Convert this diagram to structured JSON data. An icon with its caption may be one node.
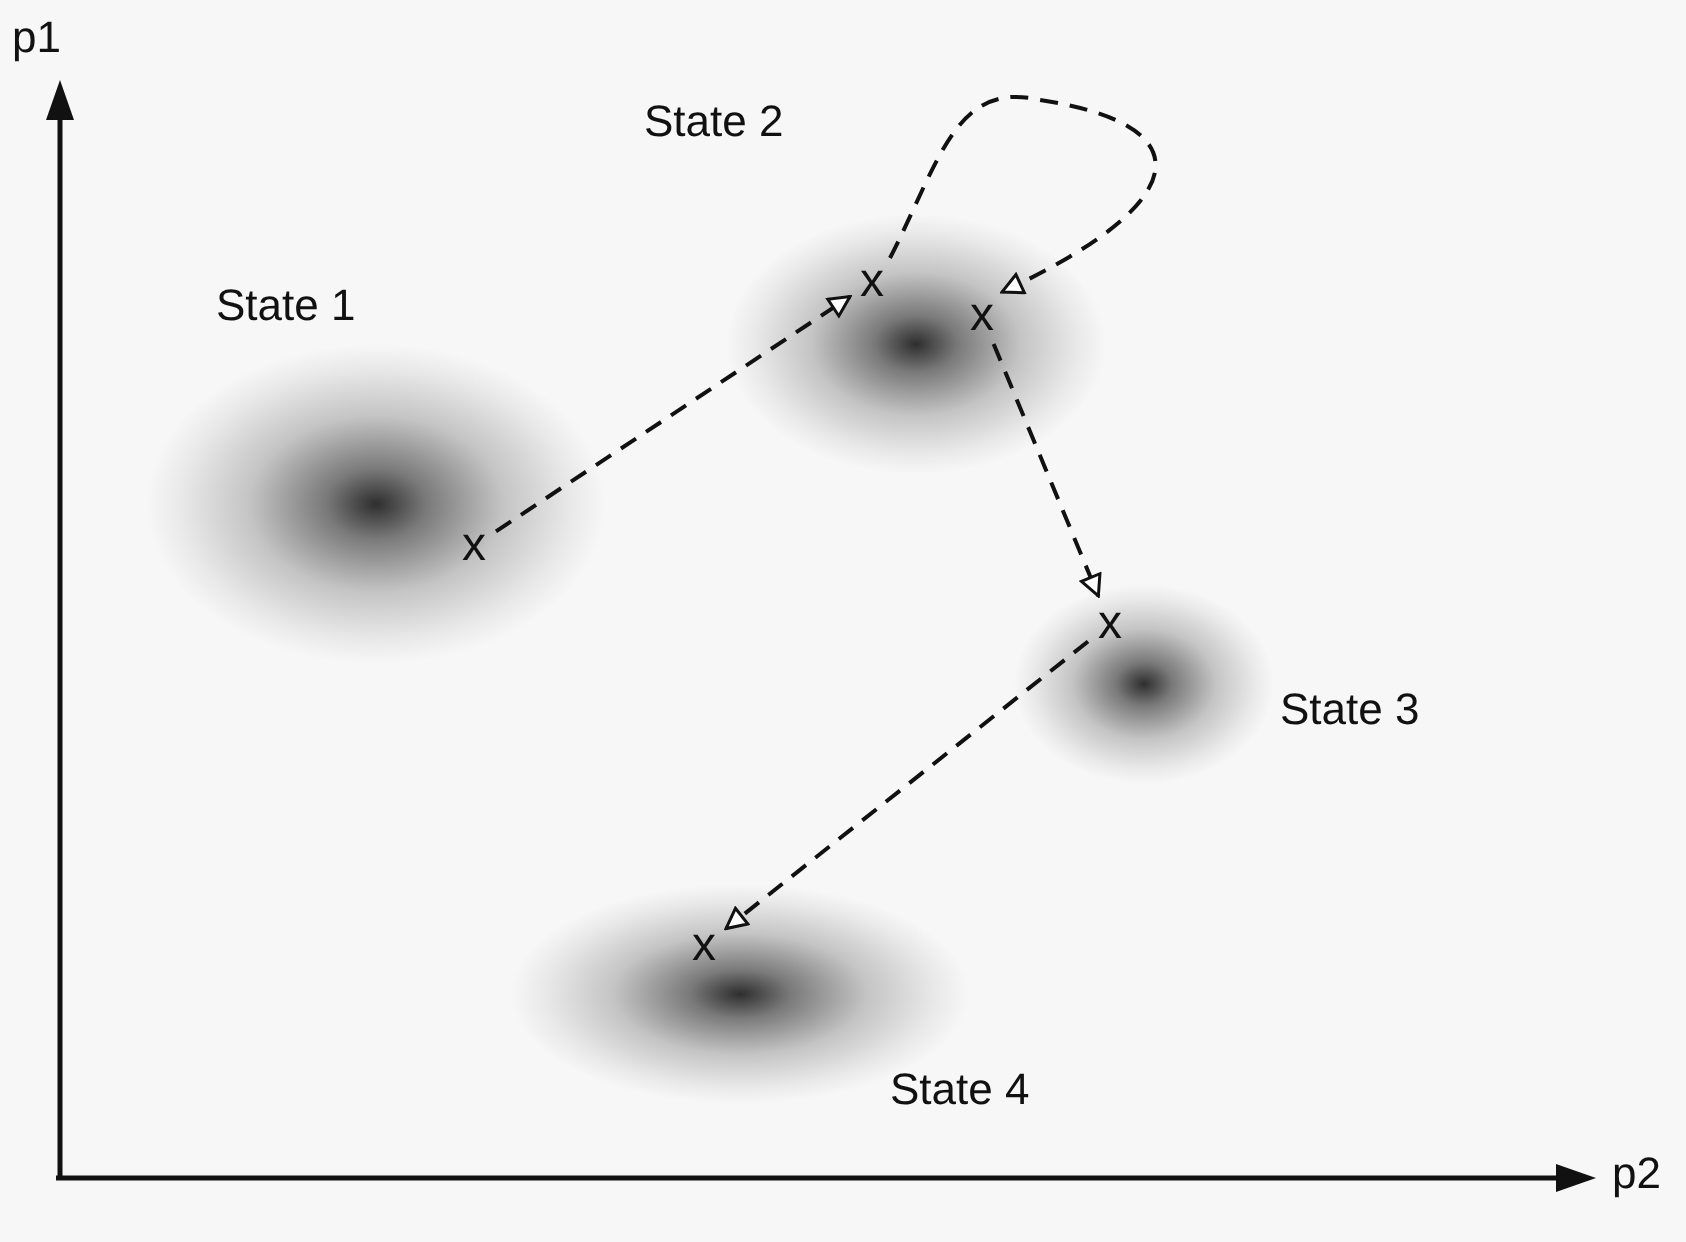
{
  "diagram": {
    "nodes": [
      {
        "text": [
          "State 1"
        ]
      },
      {
        "text": [
          "State 2"
        ]
      },
      {
        "text": [
          "State 3"
        ]
      },
      {
        "text": [
          "State 4"
        ]
      },
      {
        "text": [
          "x"
        ],
        "in": 0
      },
      {
        "text": [
          "x"
        ],
        "in": 1
      },
      {
        "text": [
          "x"
        ],
        "in": 1
      },
      {
        "text": [
          "x"
        ],
        "in": 2
      },
      {
        "text": [
          "x"
        ],
        "in": 3
      }
    ],
    "edges": [
      {
        "from": 4,
        "to": 5,
        "arrow": "to",
        "style": "dashed"
      },
      {
        "from": 5,
        "to": 6,
        "arrow": "to",
        "style": "dashed"
      },
      {
        "from": 6,
        "to": 7,
        "arrow": "to",
        "style": "dashed"
      },
      {
        "from": 7,
        "to": 8,
        "arrow": "to",
        "style": "dashed"
      }
    ],
    "labels": [
      "p1",
      "p2"
    ]
  }
}
